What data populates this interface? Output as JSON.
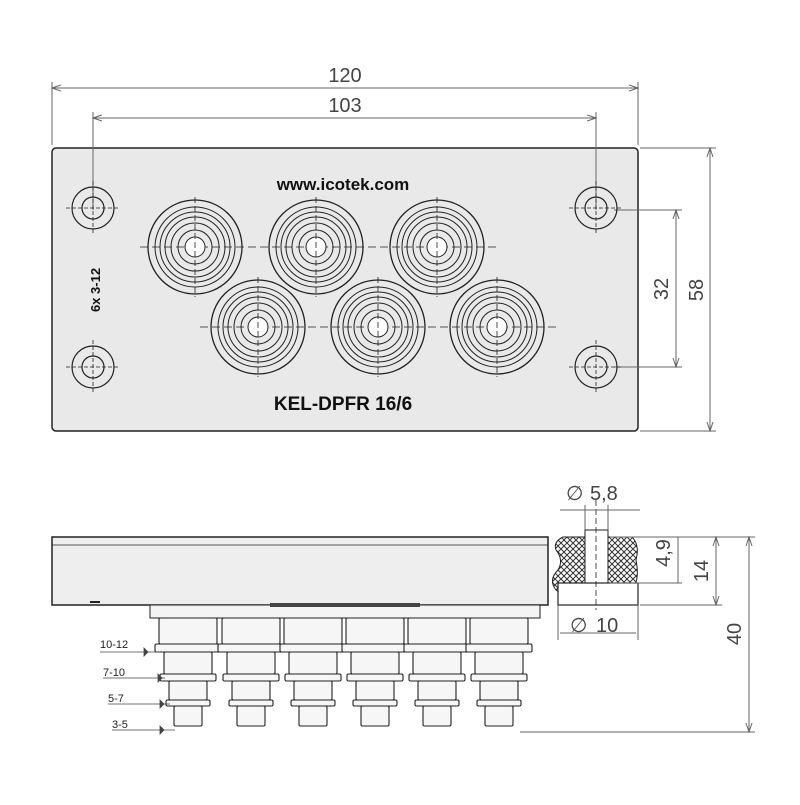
{
  "drawing": {
    "top_view": {
      "website": "www.icotek.com",
      "model": "KEL-DPFR 16/6",
      "side_label": "6x 3-12",
      "dim_width": "120",
      "dim_hole_spacing": "103",
      "dim_height": "58",
      "dim_hole_vertical": "32"
    },
    "side_view": {
      "dim_diameter_top": "5,8",
      "dim_diameter_bottom": "10",
      "dim_thickness": "4,9",
      "dim_14": "14",
      "dim_40": "40",
      "diameter_symbol": "∅",
      "steps": [
        "10-12",
        "7-10",
        "5-7",
        "3-5"
      ]
    }
  },
  "colors": {
    "line": "#222222",
    "plate_fill": "#e9e9e9",
    "dimension": "#666666",
    "hatch": "#333333"
  }
}
